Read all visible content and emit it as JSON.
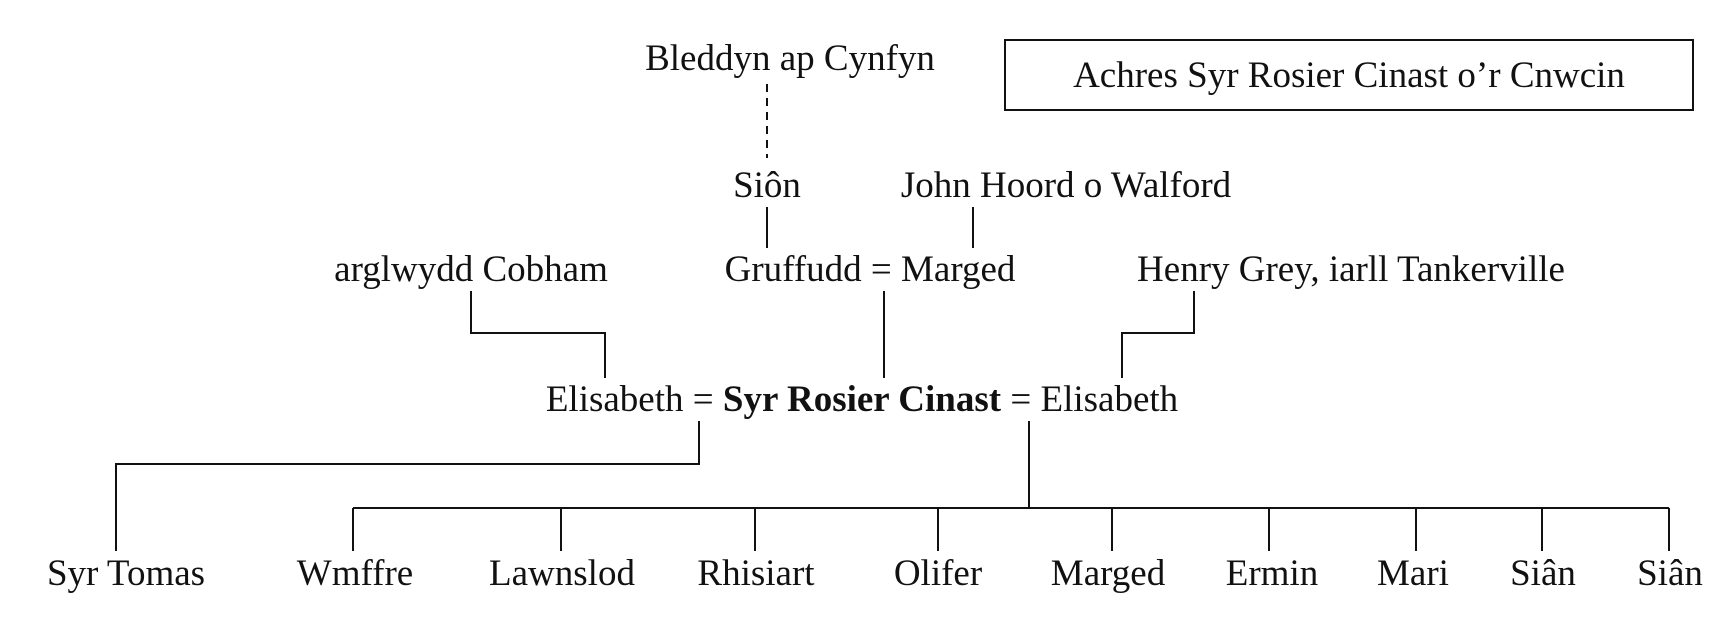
{
  "title": "Achres Syr Rosier Cinast o’r Cnwcin",
  "people": {
    "bleddyn": "Bleddyn ap Cynfyn",
    "sion": "Siôn",
    "john_hoord": "John Hoord o Walford",
    "cobham": "arglwydd Cobham",
    "gruffudd": "Gruffudd",
    "marged_parent": "Marged",
    "henry_grey": "Henry Grey, iarll Tankerville",
    "elisabeth_1": "Elisabeth",
    "rosier": "Syr Rosier Cinast",
    "elisabeth_2": "Elisabeth"
  },
  "marriage_sign": "=",
  "children_first": [
    "Syr Tomas"
  ],
  "children_second": [
    "Wmffre",
    "Lawnslod",
    "Rhisiart",
    "Olifer",
    "Marged",
    "Ermin",
    "Mari",
    "Siân",
    "Siân"
  ]
}
